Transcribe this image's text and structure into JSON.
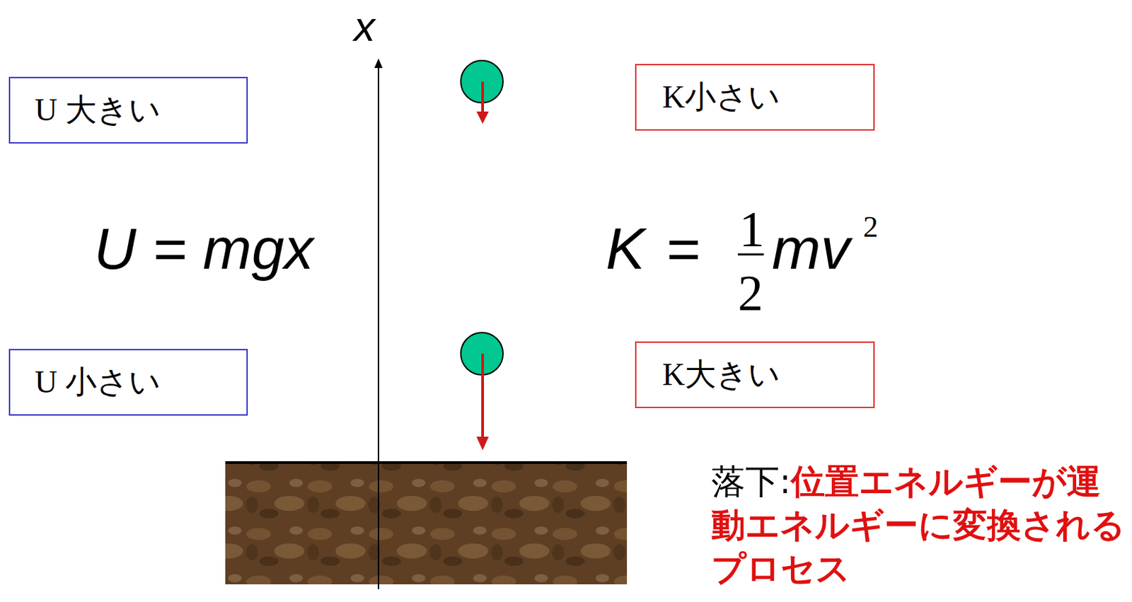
{
  "diagram": {
    "nodes": [
      {
        "text": [
          "U 大きい"
        ]
      },
      {
        "text": [
          "K小さい"
        ]
      },
      {
        "text": [
          "U 小さい"
        ]
      },
      {
        "text": [
          "K大きい"
        ]
      }
    ],
    "labels": [
      "x",
      "U = mgx",
      "K",
      "=",
      "1",
      "2",
      "mv",
      "2",
      "落下:",
      "位置エネルギーが運動エネルギーに変換されるプロセス"
    ]
  }
}
